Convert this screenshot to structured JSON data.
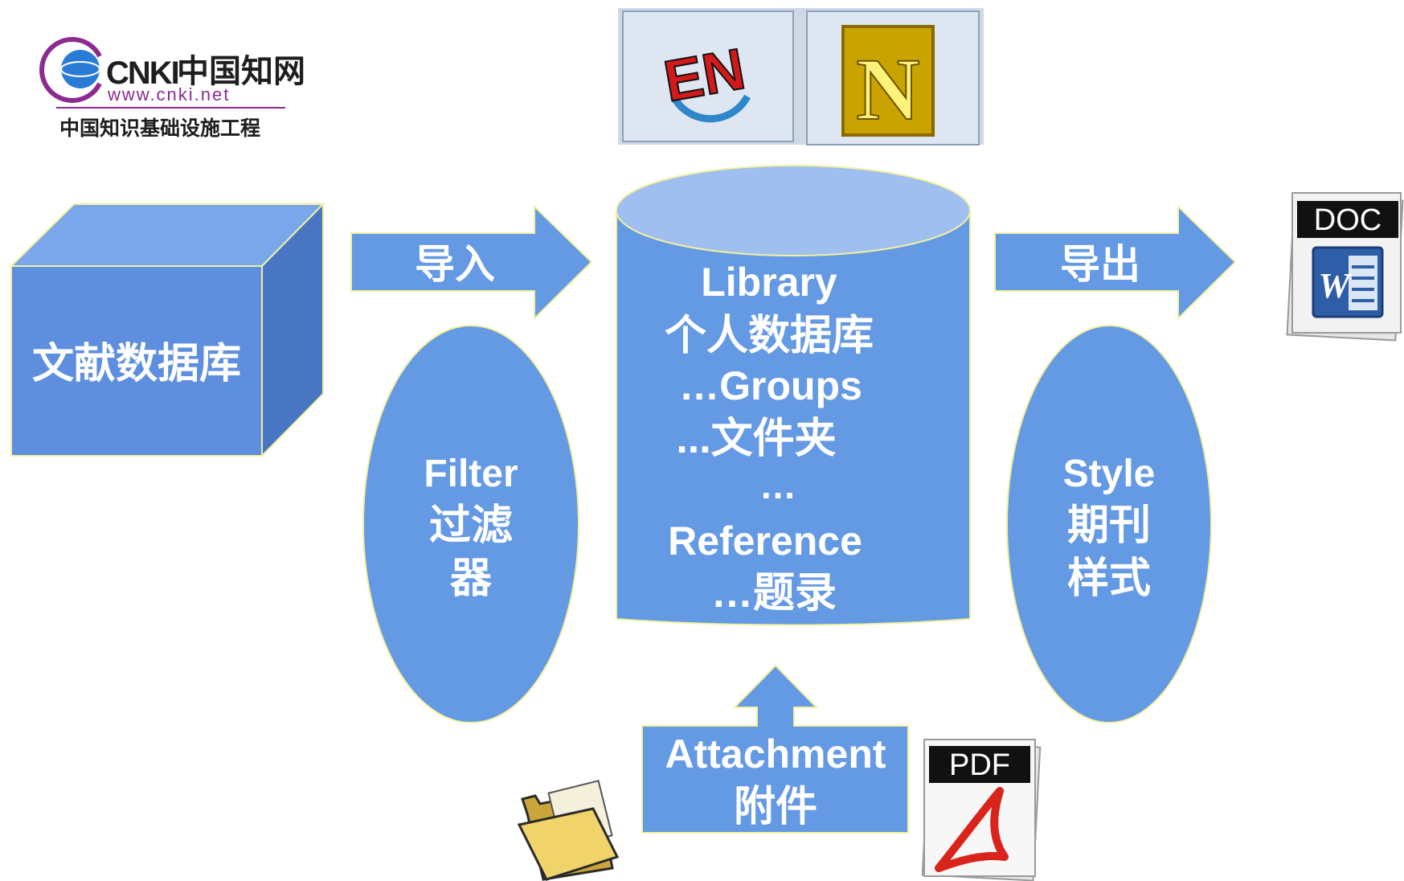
{
  "logo": {
    "brand_latin": "CNKI",
    "brand_cn": "中国知网",
    "url": "www.cnki.net",
    "tagline": "中国知识基础设施工程"
  },
  "app_icons": {
    "endnote_icon_text": "EN",
    "notexpress_icon_text": "N"
  },
  "source_box": {
    "label": "文献数据库"
  },
  "import_arrow": {
    "label": "导入"
  },
  "export_arrow": {
    "label": "导出"
  },
  "filter_ellipse": {
    "lines": [
      "Filter",
      "过滤",
      "器"
    ]
  },
  "style_ellipse": {
    "lines": [
      "Style",
      "期刊",
      "样式"
    ]
  },
  "library_cylinder": {
    "lines": [
      "Library",
      "个人数据库",
      "…Groups",
      "...文件夹",
      "…",
      "Reference",
      "…题录"
    ]
  },
  "attachment_arrow": {
    "lines": [
      "Attachment",
      "附件"
    ]
  },
  "doc_icon": {
    "label": "DOC",
    "badge": "W"
  },
  "pdf_icon": {
    "label": "PDF"
  },
  "colors": {
    "shape_fill": "#6499e3",
    "shape_stroke": "#f2f0a0",
    "cube_front": "#5e8fdf",
    "cube_top": "#7aa6ea",
    "cube_side": "#4876c2",
    "cylinder_top": "#9ebff0",
    "text": "#ffffff"
  }
}
